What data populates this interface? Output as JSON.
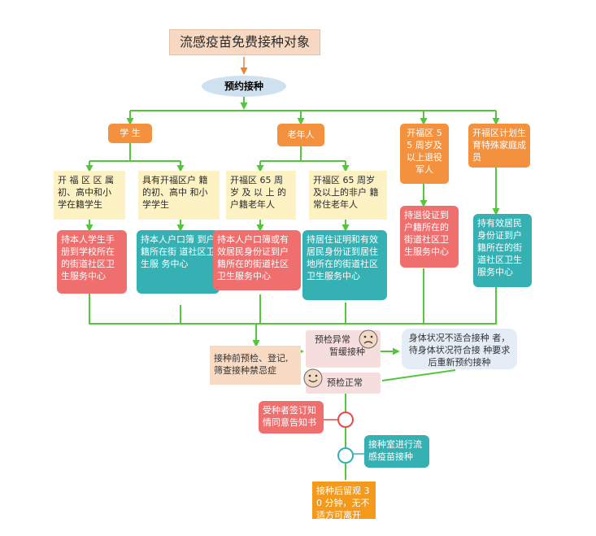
{
  "title": "流感疫苗免费接种对象",
  "appointment": "预约接种",
  "categories": {
    "student": "学 生",
    "elderly": "老年人",
    "veteran": "开福区 55 周岁及以上退役军人",
    "family_planning": "开福区计划生育特殊家庭成员"
  },
  "sub_groups": {
    "student_local": "开 福 区 区 属 初、高中和小 学在籍学生",
    "student_household": "具有开福区户 籍的初、高中 和小学学生",
    "elderly_local": "开福区 65 周 岁 及 以 上 的 户籍老年人",
    "elderly_resident": "开福区 65 周岁 及以上的非户 籍常住老年人"
  },
  "actions": {
    "student_local": "持本人学生手 册到学校所在 的街道社区卫 生服务中心",
    "student_household": "持本人户口簿 到户籍所在街 道社区卫生服 务中心",
    "elderly_local": "持本人户口簿或有 效居民身份证到户 籍所在的街道社区 卫生服务中心",
    "elderly_resident": "持居住证明和有效 居民身份证到居住 地所在的街道社区 卫生服务中心",
    "veteran": "持退役证到 户籍所在的 街道社区卫 生服务中心",
    "family_planning": "持有效居民 身份证到户 籍所在的街 道社区卫生 服务中心"
  },
  "process": {
    "pre_check": "接种前预检、登记, 筛查接种禁忌症",
    "abnormal_line1": "预检异常",
    "abnormal_line2": "暂缓接种",
    "abnormal_note": "身体状况不适合接种 者，待身体状况符合接 种要求后重新预约接种",
    "normal": "预检正常",
    "consent": "受种者签订知 情同意告知书",
    "vaccinate": "接种室进行流 感疫苗接种",
    "observe": "接种后留观 30 分钟，无不 适方可离开"
  },
  "colors": {
    "line_blue": "#3f8fd0",
    "line_green": "#53c63d",
    "line_orange": "#e8833a",
    "line_red": "#e34a4a",
    "circle_teal": "#35b1b3"
  },
  "icons": [
    "sad-face-icon",
    "happy-face-icon"
  ]
}
